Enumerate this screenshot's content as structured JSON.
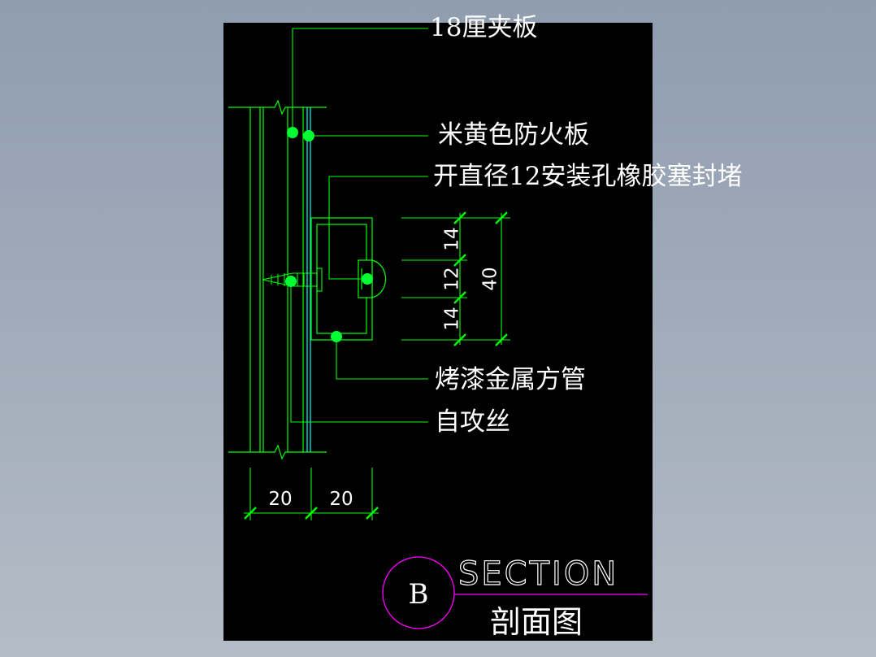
{
  "colors": {
    "canvas": "#000000",
    "linework": "#00ff00",
    "cyan": "#00ffff",
    "leader": "#00ff66",
    "text": "#ffffff",
    "title_accent": "#ff00ff"
  },
  "labels": {
    "plywood": "18厘夹板",
    "fireboard": "米黄色防火板",
    "hole": "开直径12安装孔橡胶塞封堵",
    "tube": "烤漆金属方管",
    "screw": "自攻丝"
  },
  "dimensions": {
    "seg_top": "14",
    "seg_mid": "12",
    "seg_bottom": "14",
    "overall": "40",
    "width_left": "20",
    "width_right": "20"
  },
  "title_block": {
    "mark": "B",
    "section": "SECTION",
    "caption": "剖面图"
  }
}
